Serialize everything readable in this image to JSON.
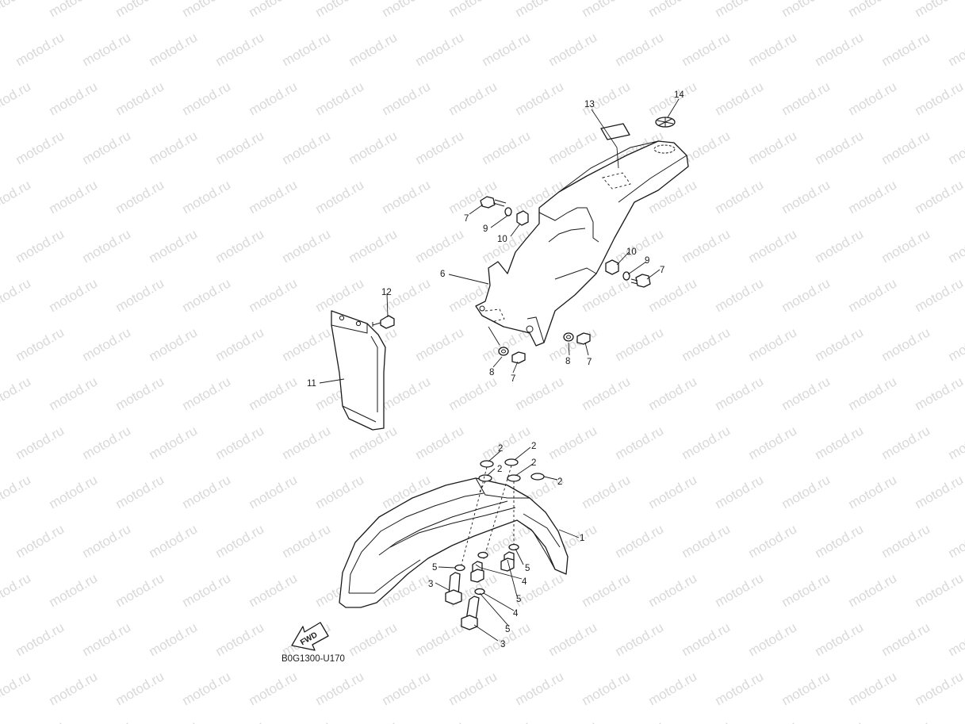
{
  "watermark": {
    "text": "motod.ru",
    "color": "#d9d9d9"
  },
  "diagram_code": "B0G1300-U170",
  "fwd_label": "FWD",
  "callouts": [
    "1",
    "2",
    "2",
    "2",
    "2",
    "2",
    "3",
    "3",
    "4",
    "4",
    "5",
    "5",
    "5",
    "5",
    "6",
    "7",
    "7",
    "7",
    "7",
    "8",
    "8",
    "9",
    "9",
    "10",
    "10",
    "11",
    "12",
    "13",
    "14"
  ]
}
